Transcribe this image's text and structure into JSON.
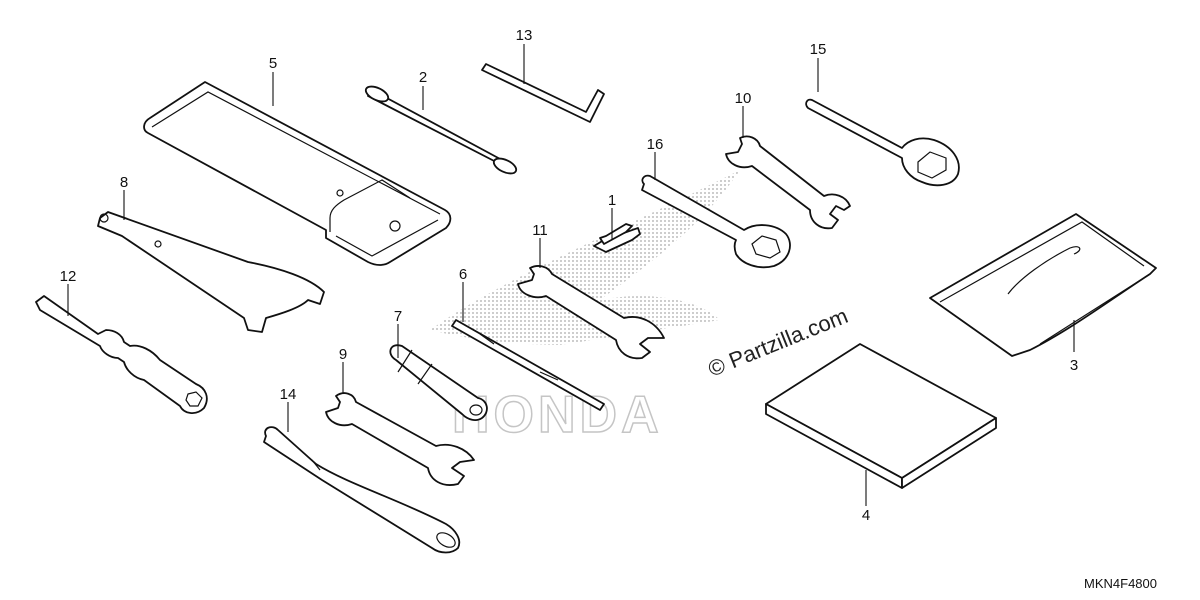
{
  "diagram": {
    "watermark": {
      "text": "© Partzilla.com",
      "logo_text": "HONDA"
    },
    "diagram_code": "MKN4F4800",
    "callouts": [
      {
        "id": "1",
        "label": "1"
      },
      {
        "id": "2",
        "label": "2"
      },
      {
        "id": "3",
        "label": "3"
      },
      {
        "id": "4",
        "label": "4"
      },
      {
        "id": "5",
        "label": "5"
      },
      {
        "id": "6",
        "label": "6"
      },
      {
        "id": "7",
        "label": "7"
      },
      {
        "id": "8",
        "label": "8"
      },
      {
        "id": "9",
        "label": "9"
      },
      {
        "id": "10",
        "label": "10"
      },
      {
        "id": "11",
        "label": "11"
      },
      {
        "id": "12",
        "label": "12"
      },
      {
        "id": "13",
        "label": "13"
      },
      {
        "id": "14",
        "label": "14"
      },
      {
        "id": "15",
        "label": "15"
      },
      {
        "id": "16",
        "label": "16"
      }
    ]
  }
}
